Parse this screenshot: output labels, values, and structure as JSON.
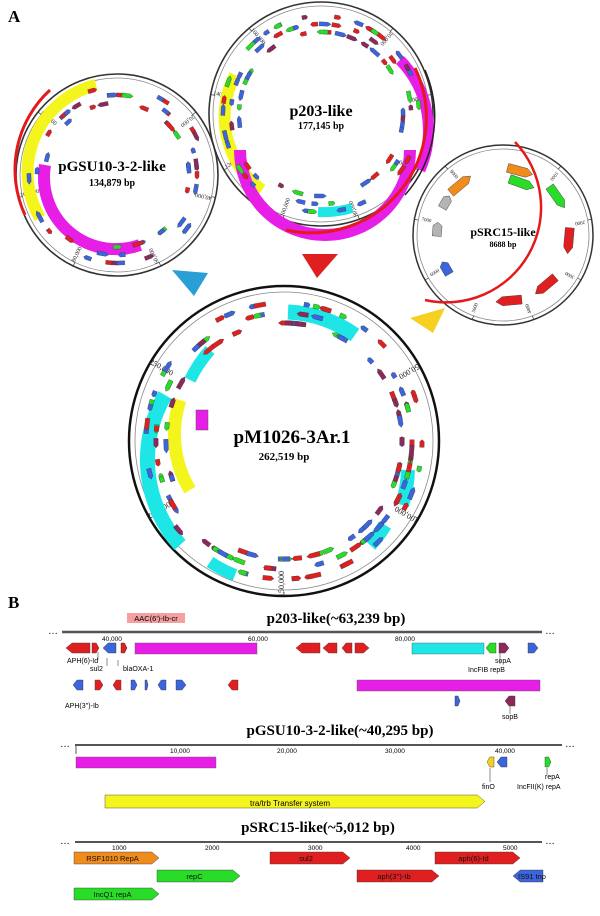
{
  "panel_a": {
    "label": "A",
    "plasmids": {
      "pGSU10": {
        "name": "pGSU10-3-2-like",
        "size": "134,879 bp",
        "ticks": [
          "20,000",
          "40,000",
          "60,000",
          "80,000",
          "100,000",
          "120,000"
        ]
      },
      "p203": {
        "name": "p203-like",
        "size": "177,145 bp",
        "ticks": [
          "20,000",
          "40,000",
          "60,000",
          "80,000",
          "100,000",
          "120,000",
          "140,000",
          "160,000"
        ]
      },
      "pSRC15": {
        "name": "pSRC15-like",
        "size": "8688 bp",
        "ticks": [
          "1000",
          "2000",
          "3000",
          "4000",
          "5000",
          "6000",
          "7000",
          "8000"
        ]
      },
      "pM1026": {
        "name": "pM1026-3Ar.1",
        "size": "262,519 bp",
        "ticks": [
          "50,000",
          "100,000",
          "150,000",
          "200,000",
          "250,000"
        ]
      }
    },
    "colors": {
      "accent_red": "#e31a1c",
      "magenta": "#e61ee6",
      "yellow": "#f5f51e",
      "cyan": "#1ee6e6",
      "blue": "#3c64dc",
      "orange": "#f08c1e",
      "green": "#28dc28",
      "purple": "#8c285a",
      "gray": "#b4b4b4",
      "arrow_blue": "#2a9fd6",
      "arrow_red": "#e02020",
      "arrow_yellow": "#f5d020"
    }
  },
  "panel_b": {
    "label": "B",
    "tracks": [
      {
        "title": "p203-like(~63,239 bp)",
        "ticks": [
          "40,000",
          "60,000",
          "80,000"
        ],
        "gene_labels": [
          "AAC(6')-Ib-cr",
          "APH(6)-Id",
          "sul2",
          "blaOXA-1",
          "APH(3'')-Ib",
          "IncFIB repB",
          "sopA",
          "sopB"
        ]
      },
      {
        "title": "pGSU10-3-2-like(~40,295 bp)",
        "ticks": [
          "10,000",
          "20,000",
          "30,000",
          "40,000"
        ],
        "gene_labels": [
          "finO",
          "repA",
          "IncFII(K) repA",
          "tra/trb Transfer system"
        ]
      },
      {
        "title": "pSRC15-like(~5,012 bp)",
        "ticks": [
          "1000",
          "2000",
          "3000",
          "4000",
          "5000"
        ],
        "gene_labels": [
          "RSF1010 RepA",
          "repC",
          "sul2",
          "aph(6)-Id",
          "aph(3'')-Ib",
          "IS91 tnp",
          "IncQ1 repA"
        ]
      }
    ]
  }
}
